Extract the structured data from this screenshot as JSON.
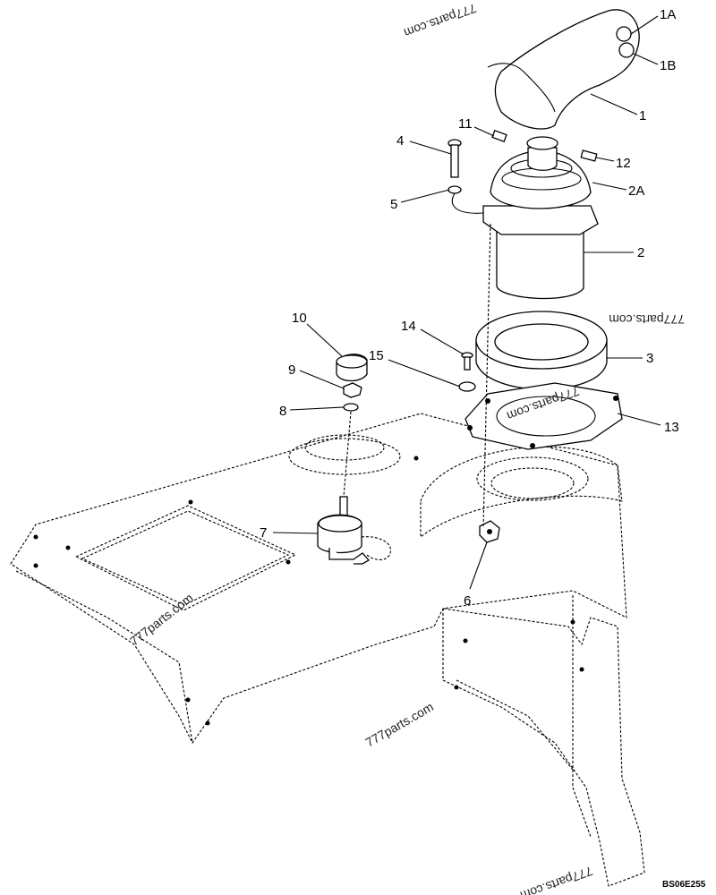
{
  "diagram": {
    "callouts": [
      {
        "id": "1A",
        "text": "1A"
      },
      {
        "id": "1B",
        "text": "1B"
      },
      {
        "id": "1",
        "text": "1"
      },
      {
        "id": "11",
        "text": "11"
      },
      {
        "id": "4",
        "text": "4"
      },
      {
        "id": "12",
        "text": "12"
      },
      {
        "id": "2A",
        "text": "2A"
      },
      {
        "id": "5",
        "text": "5"
      },
      {
        "id": "2",
        "text": "2"
      },
      {
        "id": "10",
        "text": "10"
      },
      {
        "id": "14",
        "text": "14"
      },
      {
        "id": "15",
        "text": "15"
      },
      {
        "id": "3",
        "text": "3"
      },
      {
        "id": "9",
        "text": "9"
      },
      {
        "id": "8",
        "text": "8"
      },
      {
        "id": "13",
        "text": "13"
      },
      {
        "id": "7",
        "text": "7"
      },
      {
        "id": "6",
        "text": "6"
      }
    ],
    "watermarks": [
      "777parts.com",
      "777parts.com",
      "777parts.com",
      "777parts.com",
      "777parts.com",
      "777parts.com"
    ],
    "drawing_code": "BS06E255"
  }
}
